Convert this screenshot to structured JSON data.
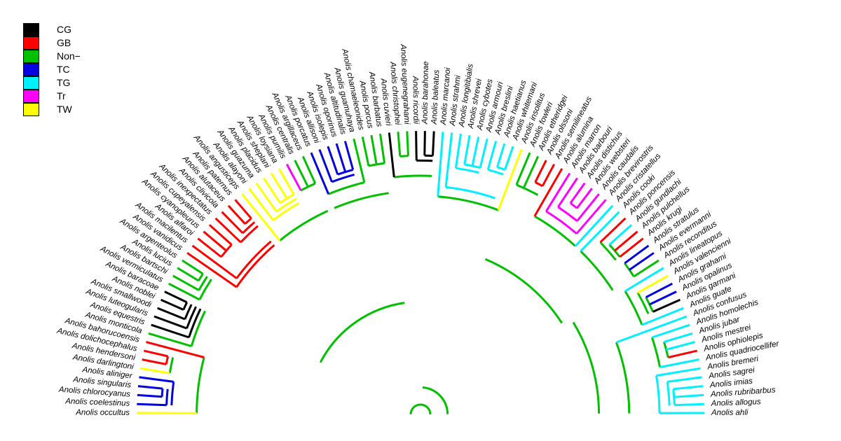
{
  "legend": [
    {
      "label": "CG",
      "color": "#000000"
    },
    {
      "label": "GB",
      "color": "#ff0000"
    },
    {
      "label": "Non−",
      "color": "#00c000"
    },
    {
      "label": "TC",
      "color": "#0000e0"
    },
    {
      "label": "TG",
      "color": "#00f0ff"
    },
    {
      "label": "Tr",
      "color": "#ff00ff"
    },
    {
      "label": "TW",
      "color": "#ffff00"
    }
  ],
  "taxa": [
    {
      "name": "Anolis occultus",
      "group": "TW"
    },
    {
      "name": "Anolis coelestinus",
      "group": "TC"
    },
    {
      "name": "Anolis chlorocyanus",
      "group": "TC"
    },
    {
      "name": "Anolis singularis",
      "group": "TC"
    },
    {
      "name": "Anolis aliniger",
      "group": "TC"
    },
    {
      "name": "Anolis darlingtoni",
      "group": "TW"
    },
    {
      "name": "Anolis hendersoni",
      "group": "GB"
    },
    {
      "name": "Anolis dolichocephalus",
      "group": "GB"
    },
    {
      "name": "Anolis bahorucoensis",
      "group": "GB"
    },
    {
      "name": "Anolis monticola",
      "group": "Non−"
    },
    {
      "name": "Anolis equestris",
      "group": "CG"
    },
    {
      "name": "Anolis luteogularis",
      "group": "CG"
    },
    {
      "name": "Anolis smallwoodi",
      "group": "CG"
    },
    {
      "name": "Anolis noblei",
      "group": "CG"
    },
    {
      "name": "Anolis baracoae",
      "group": "CG"
    },
    {
      "name": "Anolis vermiculatus",
      "group": "Non−"
    },
    {
      "name": "Anolis bartschi",
      "group": "Non−"
    },
    {
      "name": "Anolis lucius",
      "group": "Non−"
    },
    {
      "name": "Anolis argenteolus",
      "group": "Non−"
    },
    {
      "name": "Anolis vanidicus",
      "group": "GB"
    },
    {
      "name": "Anolis macilentus",
      "group": "GB"
    },
    {
      "name": "Anolis alfaroi",
      "group": "GB"
    },
    {
      "name": "Anolis cyanopleurus",
      "group": "GB"
    },
    {
      "name": "Anolis cupeyalensis",
      "group": "GB"
    },
    {
      "name": "Anolis inexpectatus",
      "group": "GB"
    },
    {
      "name": "Anolis clivicola",
      "group": "GB"
    },
    {
      "name": "Anolis alutaceus",
      "group": "GB"
    },
    {
      "name": "Anolis paternus",
      "group": "GB"
    },
    {
      "name": "Anolis angusticeps",
      "group": "TW"
    },
    {
      "name": "Anolis alayoni",
      "group": "TW"
    },
    {
      "name": "Anolis guazuma",
      "group": "TW"
    },
    {
      "name": "Anolis placidus",
      "group": "TW"
    },
    {
      "name": "Anolis sheplani",
      "group": "TW"
    },
    {
      "name": "Anolis loysiana",
      "group": "TW"
    },
    {
      "name": "Anolis pumilis",
      "group": "Tr"
    },
    {
      "name": "Anolis centralis",
      "group": "Non−"
    },
    {
      "name": "Anolis argillaceus",
      "group": "Non−"
    },
    {
      "name": "Anolis porcatus",
      "group": "TC"
    },
    {
      "name": "Anolis allisoni",
      "group": "TC"
    },
    {
      "name": "Anolis isolepis",
      "group": "TC"
    },
    {
      "name": "Anolis oporinus",
      "group": "TC"
    },
    {
      "name": "Anolis altitudinalis",
      "group": "TC"
    },
    {
      "name": "Anolis guamuhaya",
      "group": "Non−"
    },
    {
      "name": "Anolis chamaeleonides",
      "group": "Non−"
    },
    {
      "name": "Anolis porcus",
      "group": "Non−"
    },
    {
      "name": "Anolis barbatus",
      "group": "Non−"
    },
    {
      "name": "Anolis cuvieri",
      "group": "CG"
    },
    {
      "name": "Anolis christophei",
      "group": "Non−"
    },
    {
      "name": "Anolis eugenegrahami",
      "group": "Non−"
    },
    {
      "name": "Anolis ricordii",
      "group": "CG"
    },
    {
      "name": "Anolis barahonae",
      "group": "CG"
    },
    {
      "name": "Anolis baleatus",
      "group": "CG"
    },
    {
      "name": "Anolis marcanoi",
      "group": "TG"
    },
    {
      "name": "Anolis strahmi",
      "group": "TG"
    },
    {
      "name": "Anolis longitibialis",
      "group": "TG"
    },
    {
      "name": "Anolis shrevei",
      "group": "TG"
    },
    {
      "name": "Anolis cybotes",
      "group": "TG"
    },
    {
      "name": "Anolis armouri",
      "group": "TG"
    },
    {
      "name": "Anolis breslini",
      "group": "TG"
    },
    {
      "name": "Anolis haetianus",
      "group": "TG"
    },
    {
      "name": "Anolis whitemani",
      "group": "TG"
    },
    {
      "name": "Anolis insolitus",
      "group": "TW"
    },
    {
      "name": "Anolis fowleri",
      "group": "Non−"
    },
    {
      "name": "Anolis etheridgei",
      "group": "Non−"
    },
    {
      "name": "Anolis olssoni",
      "group": "GB"
    },
    {
      "name": "Anolis semilineatus",
      "group": "GB"
    },
    {
      "name": "Anolis alumina",
      "group": "GB"
    },
    {
      "name": "Anolis marron",
      "group": "Tr"
    },
    {
      "name": "Anolis barbouri",
      "group": "Tr"
    },
    {
      "name": "Anolis distichus",
      "group": "Tr"
    },
    {
      "name": "Anolis websteri",
      "group": "Tr"
    },
    {
      "name": "Anolis caudalis",
      "group": "Tr"
    },
    {
      "name": "Anolis brevirostris",
      "group": "Tr"
    },
    {
      "name": "Anolis cristatellus",
      "group": "TG"
    },
    {
      "name": "Anolis cooki",
      "group": "TG"
    },
    {
      "name": "Anolis poncensis",
      "group": "GB"
    },
    {
      "name": "Anolis gundlachi",
      "group": "TG"
    },
    {
      "name": "Anolis pulchellus",
      "group": "GB"
    },
    {
      "name": "Anolis krugi",
      "group": "GB"
    },
    {
      "name": "Anolis stratulus",
      "group": "TC"
    },
    {
      "name": "Anolis evermanni",
      "group": "TC"
    },
    {
      "name": "Anolis reconditus",
      "group": "Non−"
    },
    {
      "name": "Anolis lineatopus",
      "group": "TG"
    },
    {
      "name": "Anolis valencienni",
      "group": "TW"
    },
    {
      "name": "Anolis grahami",
      "group": "TC"
    },
    {
      "name": "Anolis opalinus",
      "group": "TC"
    },
    {
      "name": "Anolis garmani",
      "group": "CG"
    },
    {
      "name": "Anolis guafe",
      "group": "TG"
    },
    {
      "name": "Anolis confusus",
      "group": "TG"
    },
    {
      "name": "Anolis homolechis",
      "group": "TG"
    },
    {
      "name": "Anolis jubar",
      "group": "TG"
    },
    {
      "name": "Anolis mestrei",
      "group": "TG"
    },
    {
      "name": "Anolis ophiolepis",
      "group": "GB"
    },
    {
      "name": "Anolis quadriocellifer",
      "group": "TG"
    },
    {
      "name": "Anolis bremeri",
      "group": "TG"
    },
    {
      "name": "Anolis sagrei",
      "group": "TG"
    },
    {
      "name": "Anolis imias",
      "group": "TG"
    },
    {
      "name": "Anolis rubribarbus",
      "group": "TG"
    },
    {
      "name": "Anolis allogus",
      "group": "TG"
    },
    {
      "name": "Anolis ahli",
      "group": "TG"
    }
  ]
}
